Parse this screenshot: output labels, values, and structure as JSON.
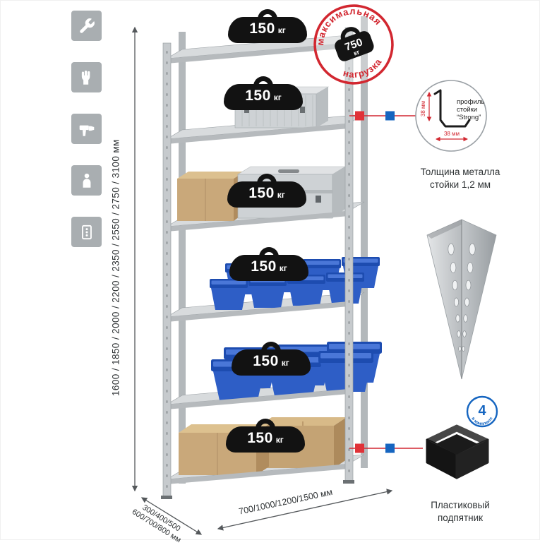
{
  "colors": {
    "accent_red": "#d22730",
    "accent_blue": "#1565c0",
    "bin_blue": "#2e5ec6",
    "icon_gray": "#a9aeb1"
  },
  "left_icons": [
    "wrench-icon",
    "gloves-icon",
    "drill-icon",
    "person-icon",
    "fasteners-icon"
  ],
  "dimensions": {
    "height": "1600 / 1850 / 2000 / 2200 / 2350 / 2550 / 2750 / 3100 мм",
    "depth_line1": "300/400/500",
    "depth_line2": "600/700/800 мм",
    "width": "700/1000/1200/1500 мм"
  },
  "shelf_badge": {
    "value": "150",
    "unit": "кг"
  },
  "stamp": {
    "arc_top": "максимальная",
    "arc_bottom": "нагрузка",
    "value": "750",
    "unit": "кг"
  },
  "profile": {
    "label_line1": "профиль",
    "label_line2": "стойки",
    "label_line3": "“Strong”",
    "dim_vertical": "38 мм",
    "dim_horizontal": "38 мм",
    "caption_line1": "Толщина металла",
    "caption_line2": "стойки 1,2 мм"
  },
  "foot": {
    "badge_number": "4",
    "badge_text": "в комплекте",
    "caption_line1": "Пластиковый",
    "caption_line2": "подпятник"
  }
}
